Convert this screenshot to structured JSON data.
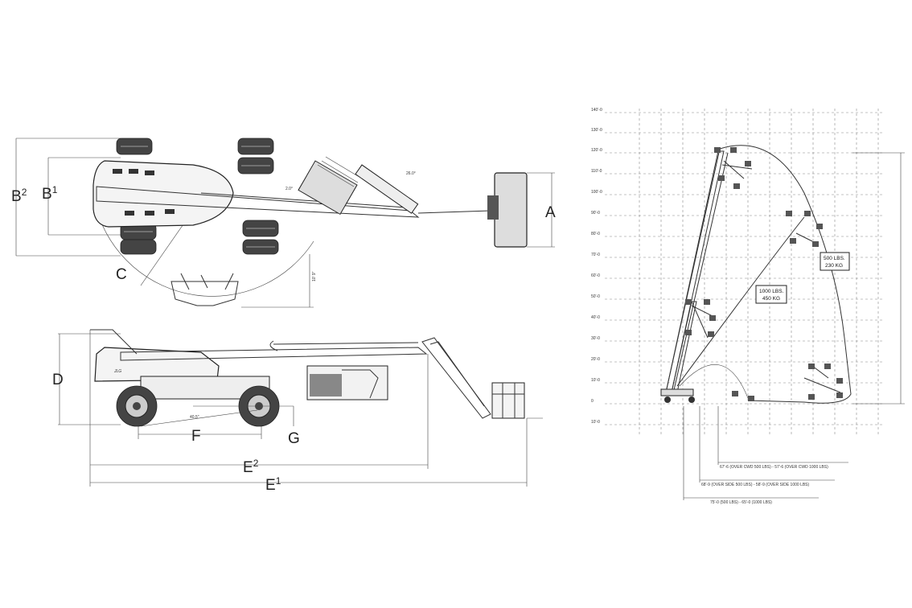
{
  "labels": {
    "A": "A",
    "B1": "B",
    "B1_sup": "1",
    "B2": "B",
    "B2_sup": "2",
    "C": "C",
    "D": "D",
    "E1": "E",
    "E1_sup": "1",
    "E2": "E",
    "E2_sup": "2",
    "F": "F",
    "G": "G"
  },
  "envelope": {
    "capacity_1": [
      "1000 LBS.",
      "450 KG"
    ],
    "capacity_2": [
      "500 LBS.",
      "230 KG"
    ]
  }
}
